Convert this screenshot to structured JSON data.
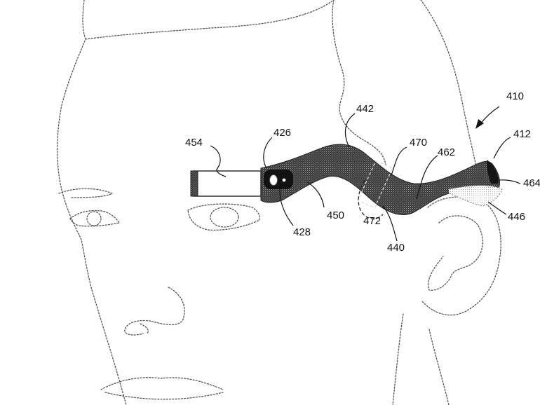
{
  "labels": {
    "r410": "410",
    "r412": "412",
    "r464": "464",
    "r446": "446",
    "r442": "442",
    "r470": "470",
    "r462": "462",
    "r426": "426",
    "r454": "454",
    "r450": "450",
    "r472": "472",
    "r428": "428",
    "r440": "440"
  },
  "colors": {
    "frame": "#3c3c3c",
    "outline": "#555555",
    "background": "#ffffff"
  }
}
